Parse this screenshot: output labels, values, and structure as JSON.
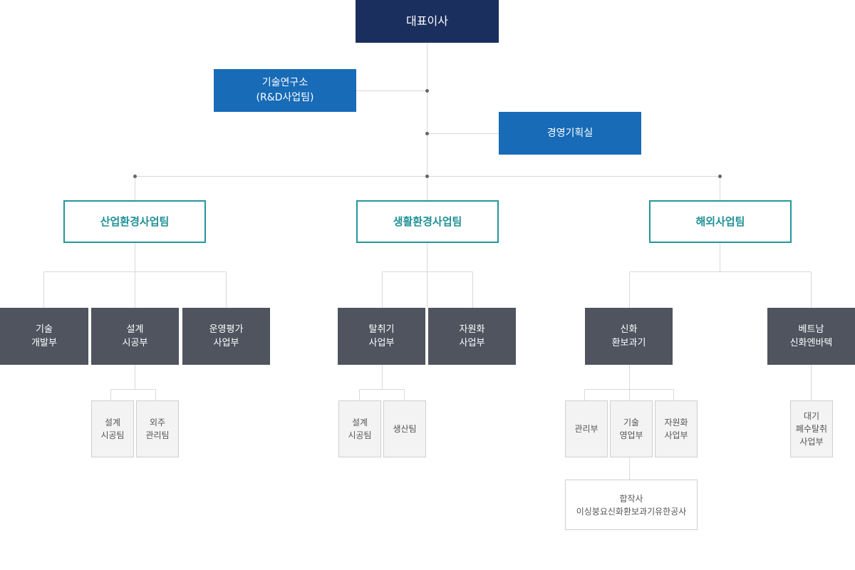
{
  "org": {
    "ceo": "대표이사",
    "rnd": "기술연구소\n(R&D사업팀)",
    "planning": "경영기획실",
    "biz_industrial": "산업환경사업팀",
    "biz_living": "생활환경사업팀",
    "biz_overseas": "해외사업팀",
    "dept_tech_dev": "기술\n개발부",
    "dept_design_build": "설계\n시공부",
    "dept_ops_eval": "운영평가\n사업부",
    "dept_deodorizer": "탈취기\n사업부",
    "dept_recycling": "자원화\n사업부",
    "dept_xinhua": "신화\n환보과기",
    "dept_vietnam": "베트남\n신화엔바텍",
    "team_design_build": "설계\n시공팀",
    "team_outsourcing": "외주\n관리팀",
    "team_design_build_2": "설계\n시공팀",
    "team_production": "생산팀",
    "team_admin": "관리부",
    "team_tech_sales": "기술\n영업부",
    "team_recycling_biz": "자원화\n사업부",
    "team_air_wastewater": "대기\n폐수탈취\n사업부",
    "jv": "합작사\n이싱붕요신화환보과기유한공사"
  },
  "colors": {
    "ceo": "#1b2f5e",
    "staff": "#176bb7",
    "business_border": "#22979a",
    "department": "#4f545f",
    "team_bg": "#f3f3f3",
    "connector": "#d9d9d9",
    "junction_dot": "#666666"
  }
}
